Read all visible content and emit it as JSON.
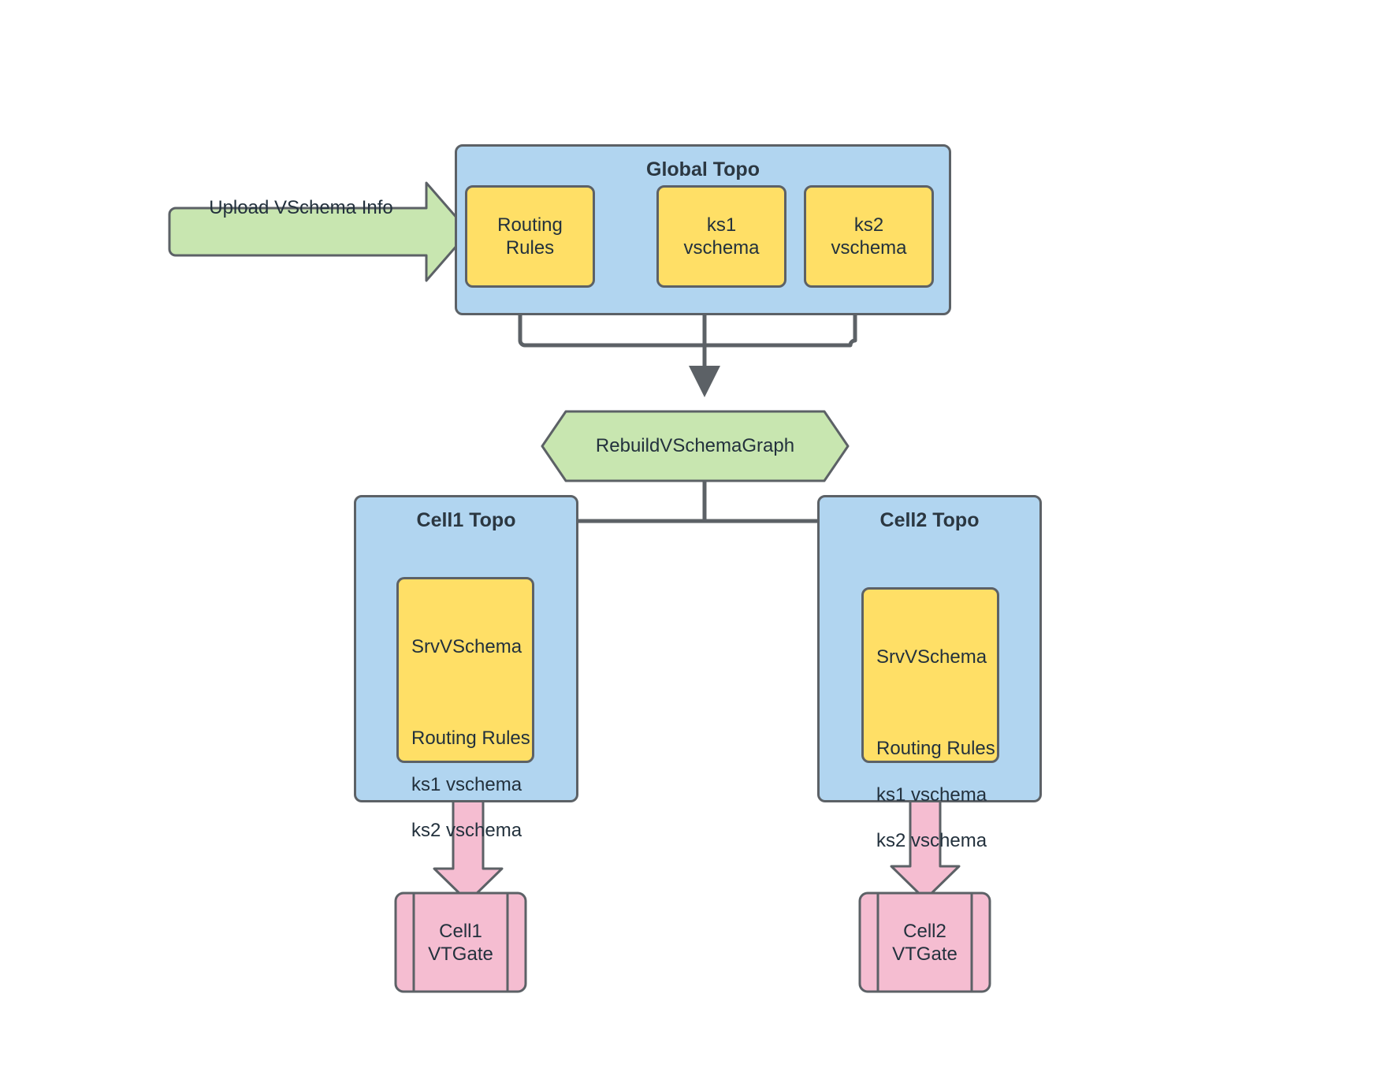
{
  "diagram": {
    "title": "Vitess VSchema rebuild topology flow",
    "colors": {
      "blue_fill": "#b1d5f0",
      "yellow_fill": "#ffdf66",
      "green_fill": "#c8e6b0",
      "pink_fill": "#f5bdd1",
      "stroke": "#5c6166",
      "text": "#23313d",
      "background": "#ffffff"
    },
    "upload_arrow": {
      "label": "Upload VSchema Info",
      "shape": "right-arrow-callout"
    },
    "global_topo": {
      "title": "Global Topo",
      "shape": "rounded-rectangle",
      "children": [
        {
          "id": "routing-rules",
          "label": "Routing\nRules"
        },
        {
          "id": "ks1-vschema",
          "label": "ks1\nvschema"
        },
        {
          "id": "ks2-vschema",
          "label": "ks2\nvschema"
        }
      ]
    },
    "process": {
      "label": "RebuildVSchemaGraph",
      "shape": "hexagon"
    },
    "cells": [
      {
        "id": "cell1",
        "title": "Cell1 Topo",
        "srv_vschema": {
          "heading": "SrvVSchema",
          "lines": [
            "Routing Rules",
            "ks1 vschema",
            "ks2 vschema"
          ]
        },
        "vtgate": {
          "label": "Cell1\nVTGate",
          "shape": "predefined-process"
        }
      },
      {
        "id": "cell2",
        "title": "Cell2 Topo",
        "srv_vschema": {
          "heading": "SrvVSchema",
          "lines": [
            "Routing Rules",
            "ks1 vschema",
            "ks2 vschema"
          ]
        },
        "vtgate": {
          "label": "Cell2\nVTGate",
          "shape": "predefined-process"
        }
      }
    ]
  }
}
